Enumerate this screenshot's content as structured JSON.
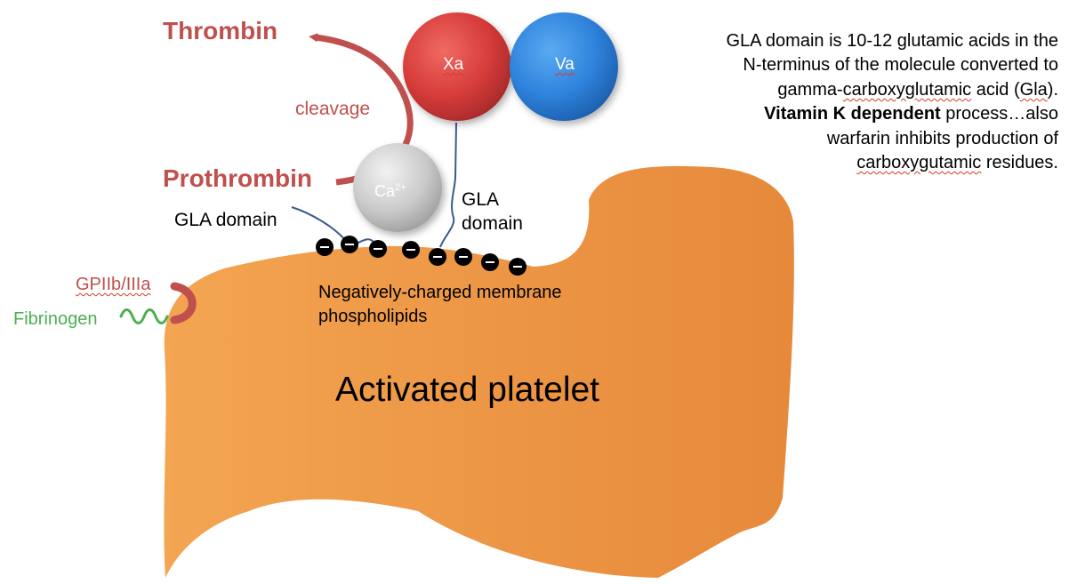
{
  "labels": {
    "thrombin": "Thrombin",
    "prothrombin": "Prothrombin",
    "cleavage": "cleavage",
    "xa": "Xa",
    "va": "Va",
    "ca": "Ca",
    "ca_charge": "2+",
    "gla_left": "GLA domain",
    "gla_right": "GLA domain",
    "negatively_charged": "Negatively-charged membrane phospholipids",
    "gp": "GPIIb/IIIa",
    "fibrinogen": "Fibrinogen",
    "platelet": "Activated platelet",
    "charge_symbol": "-"
  },
  "note": {
    "line1": "GLA domain is 10-12 glutamic acids in the",
    "line2": "N-terminus of the molecule converted to",
    "line3_a": "gamma-",
    "line3_b": "carboxyglutamic",
    "line3_c": " acid (",
    "line3_d": "Gla",
    "line3_e": ").",
    "line4_bold": "Vitamin K dependent",
    "line4_rest": " process…also",
    "line5": "warfarin inhibits production of",
    "line6_a": "carboxygutamic",
    "line6_b": " residues."
  },
  "colors": {
    "platelet": "#f0a050",
    "thrombin_red": "#c0504d",
    "xa_red": "#d93b3b",
    "va_blue": "#2f84db",
    "ca_gray": "#c8c8c8",
    "fibrinogen_green": "#4caf50",
    "gla_line": "#3a5a8a"
  }
}
